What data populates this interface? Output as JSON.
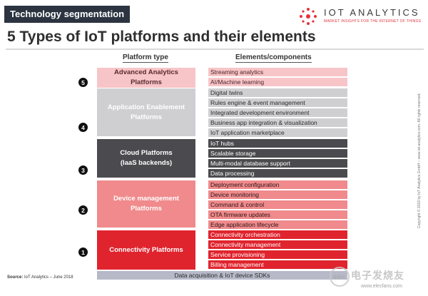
{
  "header": {
    "tag": "Technology segmentation",
    "title": "5 Types of IoT platforms and their elements"
  },
  "logo": {
    "text": "IOT ANALYTICS",
    "tagline": "MARKET INSIGHTS FOR THE INTERNET OF THINGS"
  },
  "columns": {
    "platform_type": "Platform type",
    "elements": "Elements/components"
  },
  "platforms": [
    {
      "number": "5",
      "name_line1": "Advanced Analytics",
      "name_line2": "Platforms",
      "elements": [
        "Streaming analytics",
        "AI/Machine learning"
      ]
    },
    {
      "number": "4",
      "name_line1": "Application Enablement",
      "name_line2": "Platforms",
      "elements": [
        "Digital twins",
        "Rules engine & event management",
        "Integrated development environment",
        "Business app integration & visualization",
        "IoT application marketplace"
      ]
    },
    {
      "number": "3",
      "name_line1": "Cloud Platforms",
      "name_line2": "(IaaS backends)",
      "elements": [
        "IoT hubs",
        "Scalable storage",
        "Multi-modal database support",
        "Data processing"
      ]
    },
    {
      "number": "2",
      "name_line1": "Device management",
      "name_line2": "Platforms",
      "elements": [
        "Deployment configuration",
        "Device monitoring",
        "Command & control",
        "OTA firmware updates",
        "Edge application lifecycle"
      ]
    },
    {
      "number": "1",
      "name_line1": "Connectivity Platforms",
      "name_line2": "",
      "elements": [
        "Connectivity orchestration",
        "Connectivity management",
        "Service provisioning",
        "Billing management"
      ]
    }
  ],
  "base_layer": "Data acquisition & IoT device SDKs",
  "source": {
    "label": "Source:",
    "text": "IoT Analytics – June 2018"
  },
  "copyright": "Copyright © 2018 by IoT Analytics GmbH – www.iot-analytics.com. All rights reserved.",
  "watermark": {
    "badge": "elec",
    "text": "电子发烧友",
    "url": "www.elecfans.com"
  },
  "colors": {
    "advanced_analytics": "#f7c5c8",
    "application_enablement": "#cfcfd2",
    "cloud": "#4b4b4f",
    "device_management": "#f08a8c",
    "connectivity": "#e0242e",
    "sdk_layer": "#b7b9c8",
    "brand_red": "#e3323b"
  }
}
